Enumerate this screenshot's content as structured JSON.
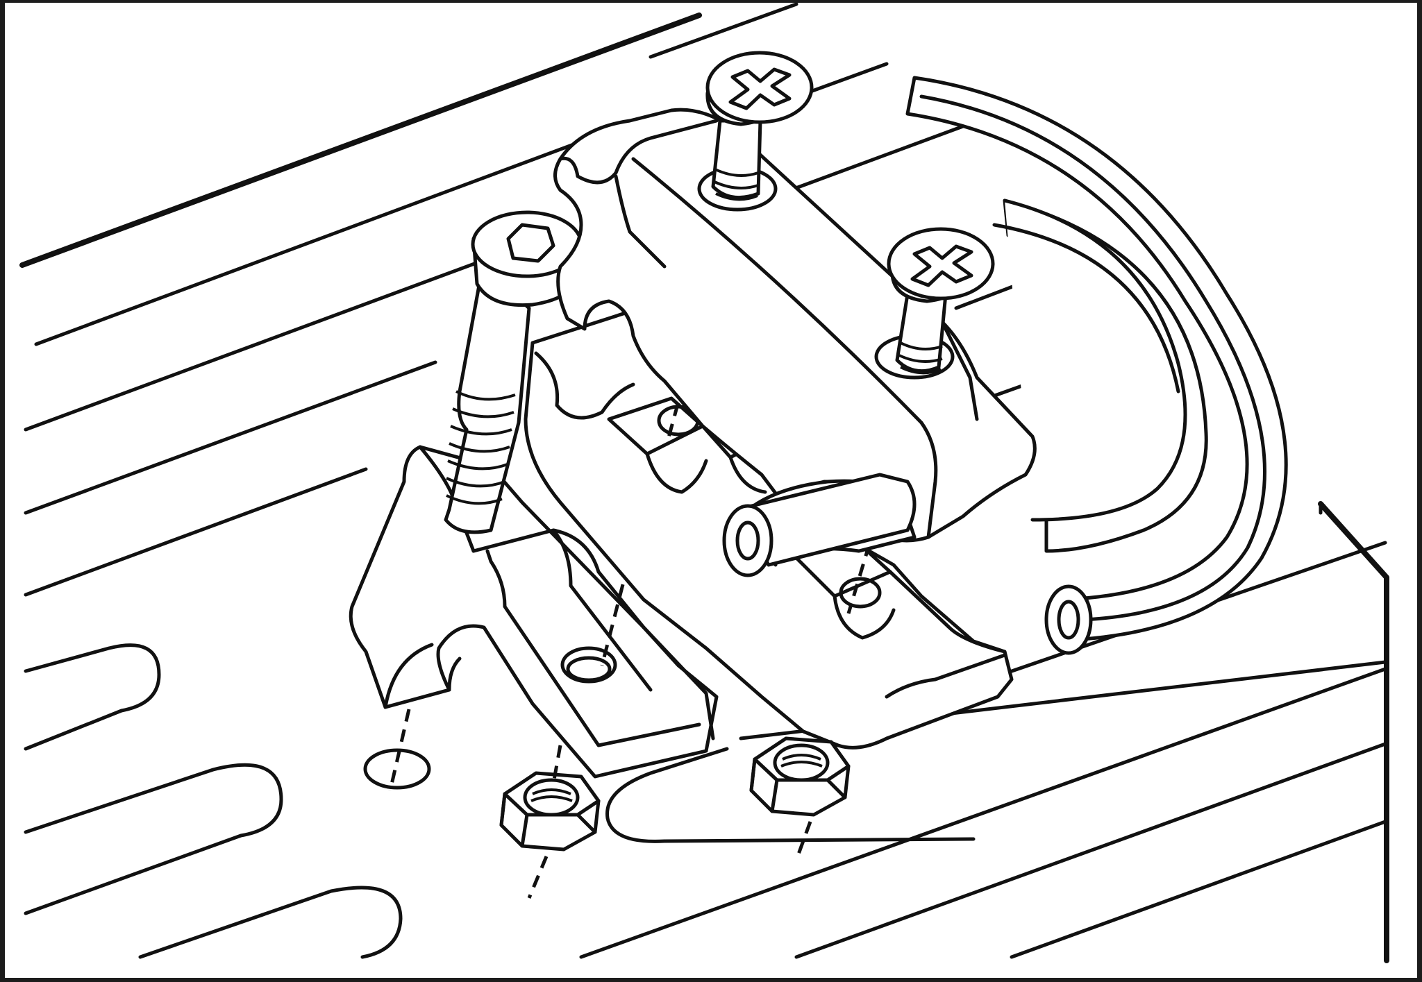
{
  "figure": {
    "kind": "line-art assembly illustration",
    "palette": {
      "ink": "#111111",
      "paper": "#ffffff",
      "frame": "#1c1c1c"
    },
    "parts": [
      {
        "name": "base-plate",
        "icon": "grooved-plate"
      },
      {
        "name": "bottom-cable-clamp",
        "icon": "clamp-half"
      },
      {
        "name": "middle-cable-clamp",
        "icon": "clamp-half"
      },
      {
        "name": "top-cable-clamp",
        "icon": "clamp-cover"
      },
      {
        "name": "socket-head-cap-screw",
        "icon": "hex-socket-screw"
      },
      {
        "name": "set-screw",
        "icon": "grub-screw"
      },
      {
        "name": "phillips-screw-left",
        "icon": "phillips-screw"
      },
      {
        "name": "phillips-screw-right",
        "icon": "phillips-screw"
      },
      {
        "name": "hex-nut-left",
        "icon": "hex-nut"
      },
      {
        "name": "hex-nut-right",
        "icon": "hex-nut"
      },
      {
        "name": "tube-inner",
        "icon": "tubing"
      },
      {
        "name": "tube-outer",
        "icon": "tubing"
      }
    ]
  }
}
